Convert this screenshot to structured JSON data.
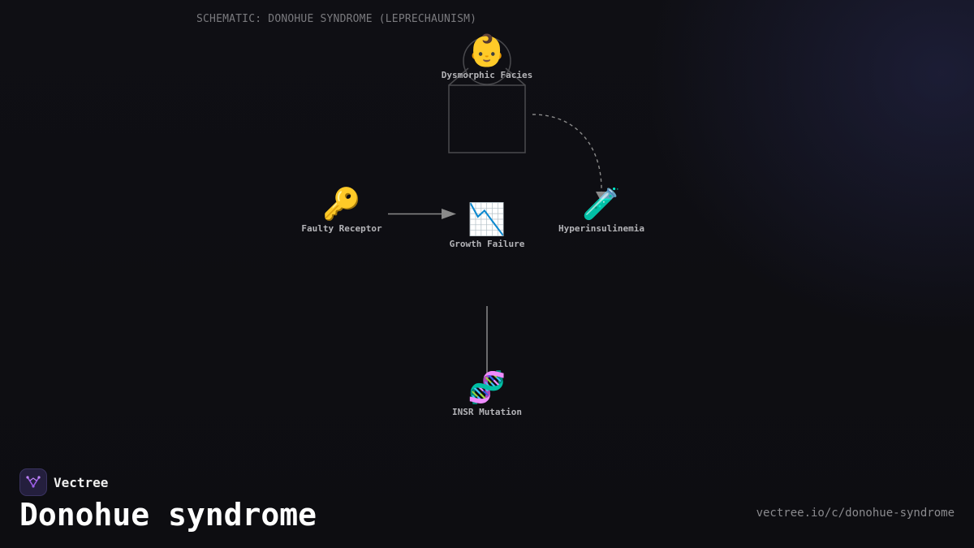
{
  "diagram": {
    "title": "SCHEMATIC: DONOHUE SYNDROME (LEPRECHAUNISM)",
    "nodes": {
      "dysmorphic_facies": {
        "emoji": "👶",
        "label": "Dysmorphic Facies"
      },
      "faulty_receptor": {
        "emoji": "🔑",
        "label": "Faulty Receptor"
      },
      "growth_failure": {
        "emoji": "📉",
        "label": "Growth Failure"
      },
      "hyperinsulinemia": {
        "emoji": "🧪",
        "label": "Hyperinsulinemia"
      },
      "insr_mutation": {
        "emoji": "🧬",
        "label": "INSR Mutation"
      }
    }
  },
  "footer": {
    "brand_name": "Vectree",
    "page_title": "Donohue syndrome",
    "url": "vectree.io/c/donohue-syndrome"
  },
  "colors": {
    "background": "#0e0e12",
    "line": "#8a8a8a",
    "accent": "#9b5de5"
  }
}
